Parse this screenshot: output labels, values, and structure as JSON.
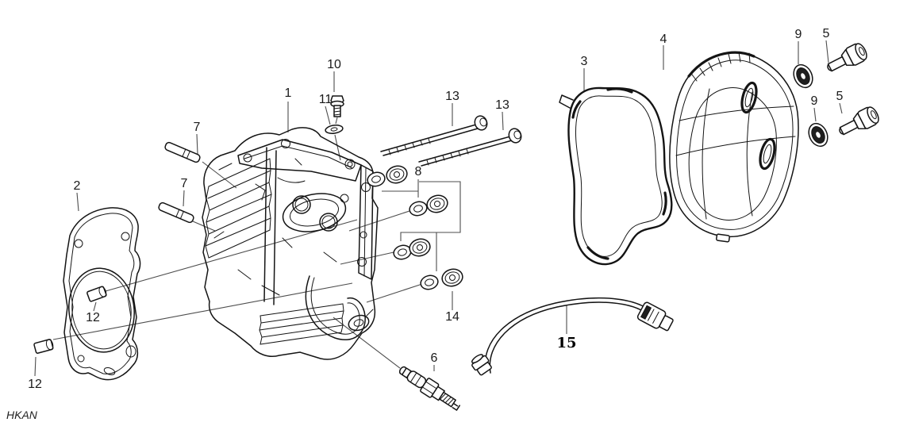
{
  "watermark": {
    "text": "HKAN"
  },
  "accent_colors": {
    "line": "#141414",
    "leader": "#4d4d4d",
    "background": "#ffffff"
  },
  "callouts": [
    {
      "label": "1",
      "part": "cylinder-head"
    },
    {
      "label": "2",
      "part": "head-gasket"
    },
    {
      "label": "3",
      "part": "valve-cover-gasket"
    },
    {
      "label": "4",
      "part": "valve-cover"
    },
    {
      "label": "5",
      "part": "cover-shoulder-bolt-top"
    },
    {
      "label": "5",
      "part": "cover-shoulder-bolt-bottom"
    },
    {
      "label": "6",
      "part": "spark-plug"
    },
    {
      "label": "7",
      "part": "stud-top"
    },
    {
      "label": "7",
      "part": "stud-bottom"
    },
    {
      "label": "8",
      "part": "washer-nut-set"
    },
    {
      "label": "9",
      "part": "seal-grommet-top"
    },
    {
      "label": "9",
      "part": "seal-grommet-bottom"
    },
    {
      "label": "10",
      "part": "flange-bolt"
    },
    {
      "label": "11",
      "part": "seal-washer"
    },
    {
      "label": "12",
      "part": "dowel-cap-upper"
    },
    {
      "label": "12",
      "part": "dowel-cap-lower"
    },
    {
      "label": "13",
      "part": "long-bolt-upper"
    },
    {
      "label": "13",
      "part": "long-bolt-lower"
    },
    {
      "label": "14",
      "part": "flange-nut-washer"
    },
    {
      "label": "15",
      "part": "sensor-cable"
    }
  ]
}
